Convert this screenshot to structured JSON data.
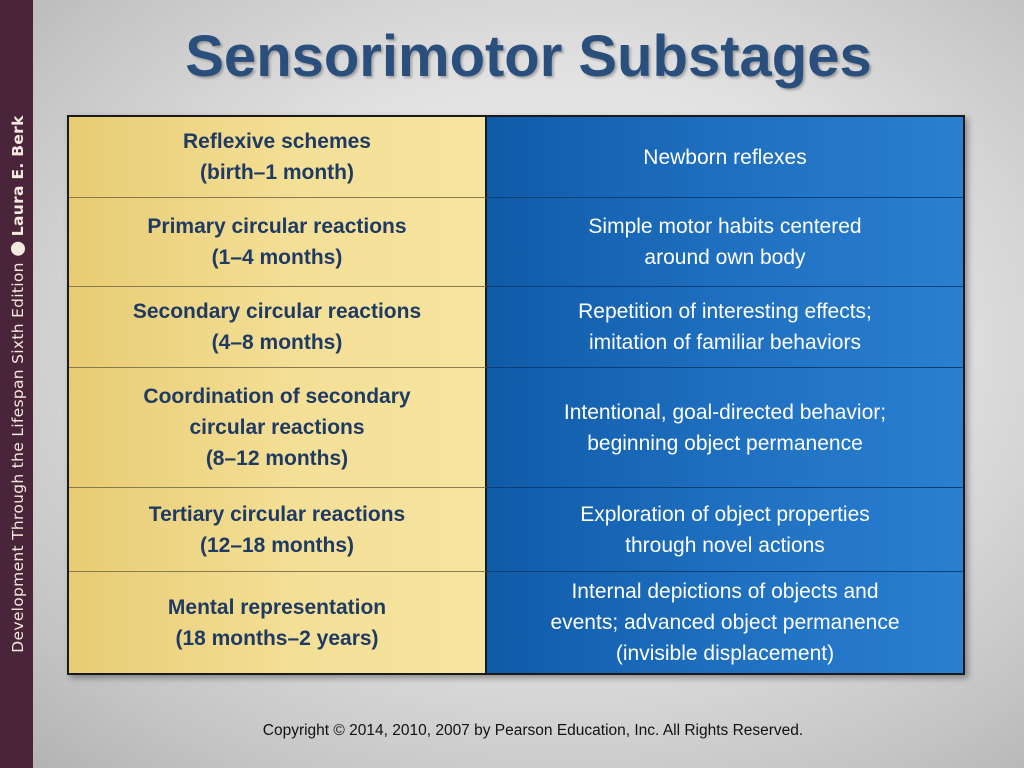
{
  "sidebar": {
    "book_title": "Development Through the Lifespan Sixth Edition",
    "author": "Laura E. Berk"
  },
  "title": "Sensorimotor Substages",
  "table": {
    "rows": [
      {
        "stage": "Reflexive schemes\n(birth–1 month)",
        "description": "Newborn reflexes"
      },
      {
        "stage": "Primary circular reactions\n(1–4 months)",
        "description": "Simple motor habits centered\naround own body"
      },
      {
        "stage": "Secondary circular reactions\n(4–8 months)",
        "description": "Repetition of interesting effects;\nimitation of familiar behaviors"
      },
      {
        "stage": "Coordination of secondary\ncircular reactions\n(8–12 months)",
        "description": "Intentional, goal-directed behavior;\nbeginning object permanence"
      },
      {
        "stage": "Tertiary circular reactions\n(12–18 months)",
        "description": "Exploration of object properties\nthrough novel actions"
      },
      {
        "stage": "Mental representation\n(18 months–2 years)",
        "description": "Internal depictions of objects and\nevents; advanced object permanence\n(invisible displacement)"
      }
    ]
  },
  "copyright": "Copyright © 2014, 2010, 2007 by Pearson Education, Inc. All Rights Reserved.",
  "colors": {
    "title": "#2b4f7c",
    "stage_bg": "#f3df96",
    "desc_bg": "#1f6fc0",
    "sidebar_bg": "#4a2438"
  }
}
